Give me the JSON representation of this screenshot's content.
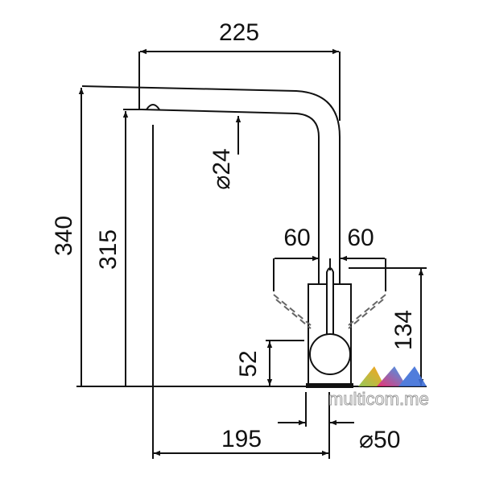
{
  "dimensions": {
    "spout_reach": "225",
    "total_height": "340",
    "spout_height": "315",
    "spout_diameter": "⌀24",
    "lever_left_angle": "60",
    "lever_right_angle": "60",
    "body_height": "134",
    "lever_pivot_height": "52",
    "spout_center_distance": "195",
    "base_diameter": "⌀50"
  },
  "watermark": {
    "text": "multicom.me"
  }
}
